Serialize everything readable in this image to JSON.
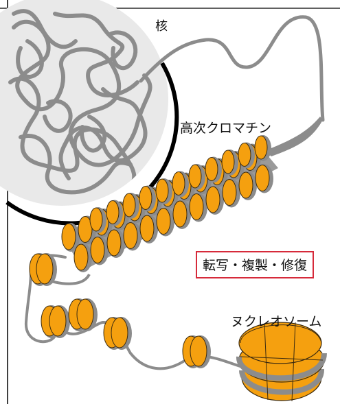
{
  "labels": {
    "nucleus": "核",
    "higher_chromatin": "高次クロマチン",
    "processes": "転写・複製・修復",
    "nucleosome": "ヌクレオソーム"
  },
  "colors": {
    "dna_strand": "#8c8c8c",
    "histone_fill": "#f5a00f",
    "histone_outline": "#3a2a10",
    "nucleus_fill": "#e9e9e9",
    "nucleus_border": "#000000",
    "process_box_border": "#d62a3a"
  }
}
